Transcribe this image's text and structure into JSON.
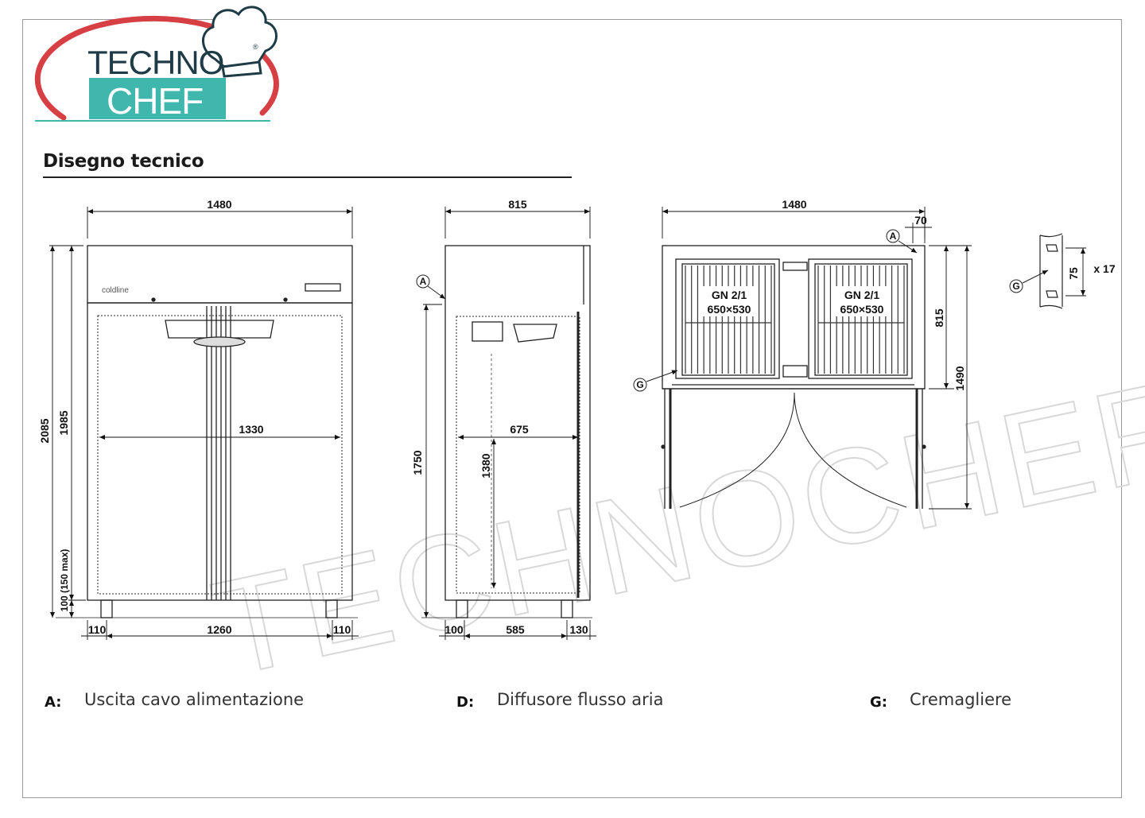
{
  "logo": {
    "line1": "TECHNO",
    "line2": "CHEF",
    "registered": "®",
    "colors": {
      "red": "#d64045",
      "teal": "#3fb7ad",
      "dark": "#1e3b46"
    }
  },
  "section_title": "Disegno tecnico",
  "watermark": "TECHNOCHEF.IT",
  "front_view": {
    "brand": "coldline",
    "dims": {
      "overall_width": "1480",
      "inner_width": "1330",
      "base_width": "1260",
      "left_foot": "110",
      "right_foot": "110",
      "overall_height": "2085",
      "body_height": "1985",
      "foot_height": "100 (150 max)"
    }
  },
  "side_view": {
    "marker_a": "A",
    "dims": {
      "overall_depth": "815",
      "inner_depth": "675",
      "base_depth": "585",
      "rear_offset": "100",
      "door_offset": "130",
      "height": "1750",
      "inner_height": "1380"
    }
  },
  "top_view": {
    "marker_a": "A",
    "marker_g": "G",
    "shelf_left": {
      "line1": "GN 2/1",
      "line2": "650×530"
    },
    "shelf_right": {
      "line1": "GN 2/1",
      "line2": "650×530"
    },
    "dims": {
      "width": "1480",
      "offset": "70",
      "depth": "815",
      "depth_open": "1490"
    }
  },
  "detail_g": {
    "marker": "G",
    "pitch": "75",
    "count": "x 17"
  },
  "legend": [
    {
      "key": "A:",
      "value": "Uscita cavo alimentazione"
    },
    {
      "key": "D:",
      "value": "Diffusore flusso aria"
    },
    {
      "key": "G:",
      "value": "Cremagliere"
    }
  ]
}
